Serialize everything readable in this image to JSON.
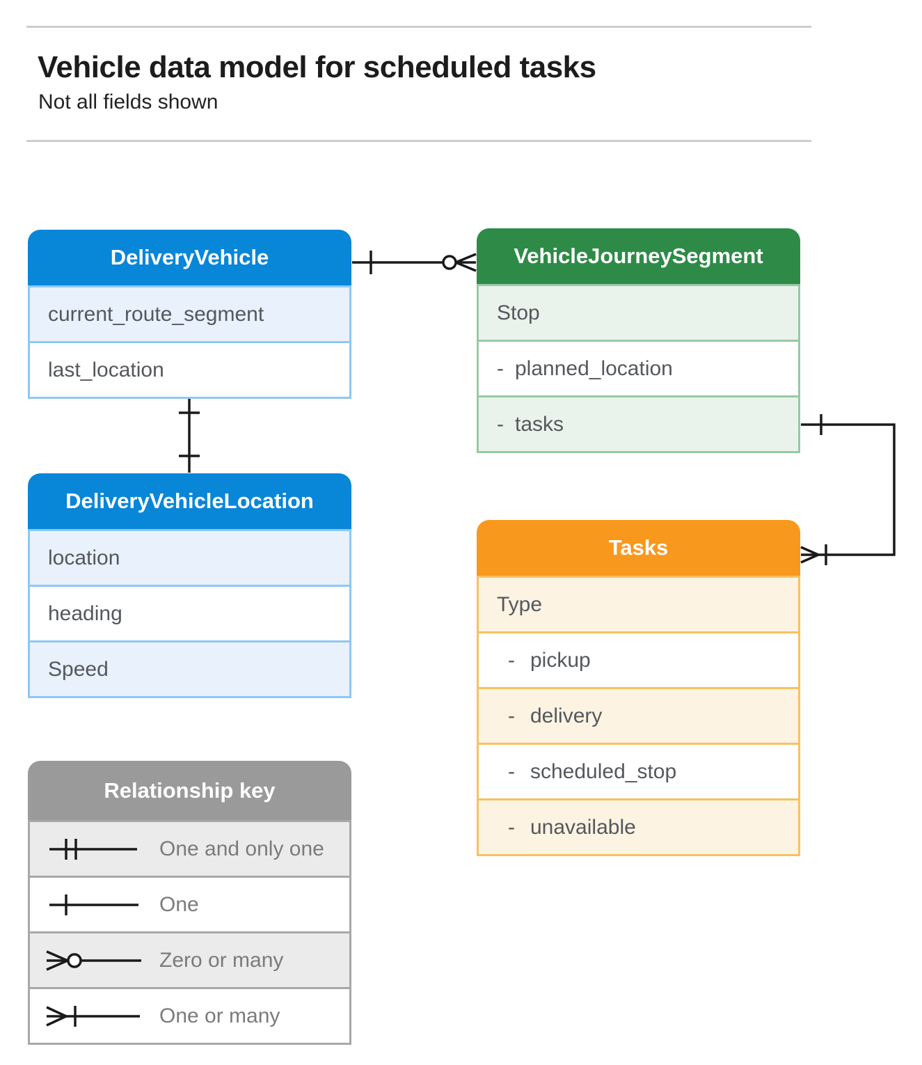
{
  "header": {
    "title": "Vehicle data model for scheduled tasks",
    "subtitle": "Not all fields shown"
  },
  "colors": {
    "blue_header": "#0886d8",
    "blue_tint": "#e8f1fc",
    "blue_border": "#8fc7f3",
    "green_header": "#2e8b47",
    "green_tint": "#e9f3ec",
    "green_border": "#98c9a5",
    "orange_header": "#f8981d",
    "orange_tint": "#fdf3e3",
    "orange_border": "#f7c25d",
    "gray_header": "#9a9a9a",
    "gray_tint": "#ebebeb",
    "connector": "#1a1a1a",
    "row_text": "#54585d",
    "key_text": "#7b7b7b"
  },
  "entities": {
    "delivery_vehicle": {
      "title": "DeliveryVehicle",
      "rows": [
        {
          "label": "current_route_segment"
        },
        {
          "label": "last_location"
        }
      ]
    },
    "vehicle_journey_segment": {
      "title": "VehicleJourneySegment",
      "rows": [
        {
          "label": "Stop"
        },
        {
          "dash": "-",
          "label": "planned_location"
        },
        {
          "dash": "-",
          "label": "tasks"
        }
      ]
    },
    "delivery_vehicle_location": {
      "title": "DeliveryVehicleLocation",
      "rows": [
        {
          "label": "location"
        },
        {
          "label": "heading"
        },
        {
          "label": "Speed"
        }
      ]
    },
    "tasks": {
      "title": "Tasks",
      "rows": [
        {
          "label": "Type"
        },
        {
          "dash": "-",
          "label": "pickup"
        },
        {
          "dash": "-",
          "label": "delivery"
        },
        {
          "dash": "-",
          "label": "scheduled_stop"
        },
        {
          "dash": "-",
          "label": "unavailable"
        }
      ]
    }
  },
  "relationships": [
    {
      "from": "DeliveryVehicle",
      "to": "VehicleJourneySegment",
      "from_end": "one",
      "to_end": "zero-or-many"
    },
    {
      "from": "DeliveryVehicle",
      "to": "DeliveryVehicleLocation",
      "from_end": "one",
      "to_end": "one"
    },
    {
      "from": "VehicleJourneySegment.tasks",
      "to": "Tasks",
      "from_end": "one",
      "to_end": "one-or-many"
    }
  ],
  "legend": {
    "title": "Relationship key",
    "items": [
      {
        "symbol": "one-and-only-one",
        "label": "One and only one"
      },
      {
        "symbol": "one",
        "label": "One"
      },
      {
        "symbol": "zero-or-many",
        "label": "Zero or many"
      },
      {
        "symbol": "one-or-many",
        "label": "One or many"
      }
    ]
  }
}
